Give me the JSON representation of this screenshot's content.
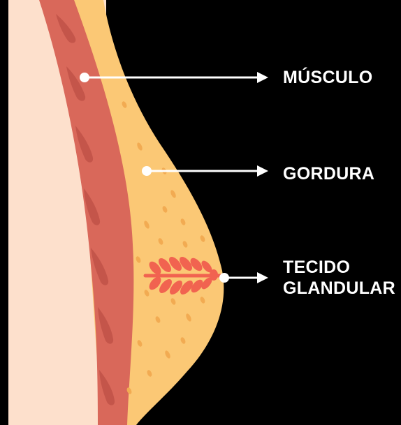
{
  "labels": {
    "muscle": "MÚSCULO",
    "fat": "GORDURA",
    "gland_line1": "TECIDO",
    "gland_line2": "GLANDULAR"
  },
  "colors": {
    "background": "#000000",
    "skin": "#fde0cc",
    "muscle": "#d9685a",
    "muscle_fiber": "#c4554a",
    "fat": "#fbc875",
    "fat_dots": "#f2ab52",
    "gland": "#f16350",
    "pointer": "#ffffff",
    "label_text": "#ffffff"
  },
  "icons": {
    "pointer_head": "arrow-right-icon",
    "pointer_origin": "dot-icon"
  }
}
